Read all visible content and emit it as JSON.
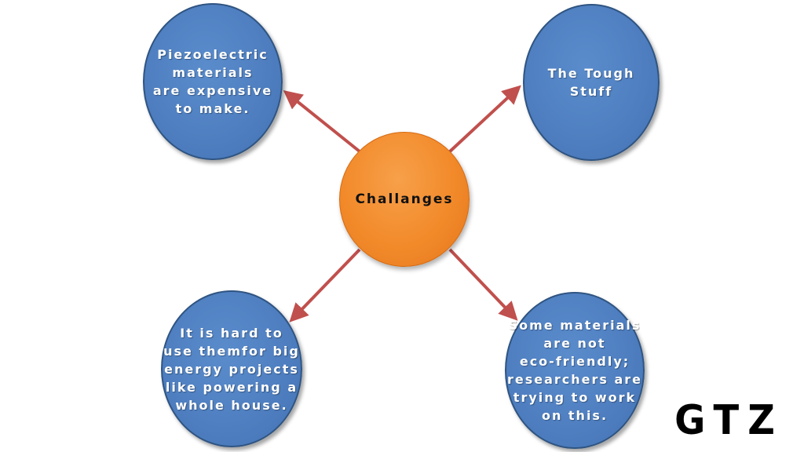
{
  "center_node": {
    "label": "Challanges"
  },
  "nodes": [
    {
      "label": "Piezoelectric\nmaterials\nare expensive\nto make."
    },
    {
      "label": "The Tough\nStuff"
    },
    {
      "label": "It is hard to\nuse themfor big\nenergy projects\nlike powering a\nwhole house."
    },
    {
      "label": "Some materials\nare not\neco-friendly;\nresearchers are\ntrying to work\non this."
    }
  ],
  "watermark": "GTZ",
  "colors": {
    "outer_fill": "#4f7fc0",
    "center_fill": "#f28a2a",
    "arrow": "#c0504d"
  }
}
